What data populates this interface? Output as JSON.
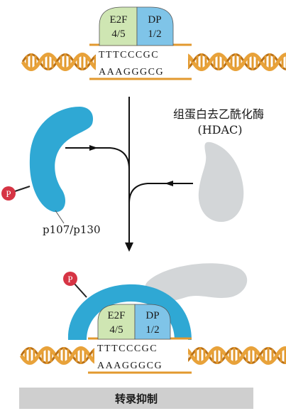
{
  "top": {
    "e2f": [
      "E2F",
      "4/5"
    ],
    "dp": [
      "DP",
      "1/2"
    ],
    "seq_top": "TTTCCCGC",
    "seq_bottom": "AAAGGGCG"
  },
  "left_label": "p107/p130",
  "hdac_label": [
    "组蛋白去乙酰化酶",
    "(HDAC)"
  ],
  "phospho_label": "P",
  "bottom": {
    "e2f": [
      "E2F",
      "4/5"
    ],
    "dp": [
      "DP",
      "1/2"
    ],
    "seq_top": "TTTCCCGC",
    "seq_bottom": "AAAGGGCG"
  },
  "banner": "转录抑制",
  "colors": {
    "dna": "#e2992f",
    "e2f": "#cfe6b3",
    "dp": "#7fc4e8",
    "pocket": "#2fa8d4",
    "hdac": "#d3d6d8",
    "phospho": "#d63444",
    "banner": "#cfcfcf"
  }
}
